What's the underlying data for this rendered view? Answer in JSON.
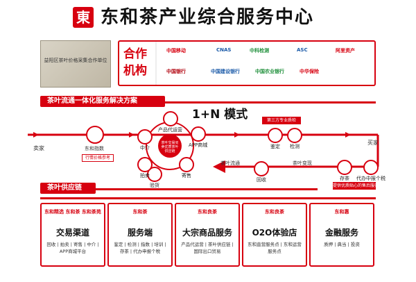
{
  "header": {
    "logo_char": "東",
    "title": "东和茶产业综合服务中心"
  },
  "plaque": {
    "text": "益阳区茶叶价格采集合作单位"
  },
  "partners": {
    "label_line1": "合作",
    "label_line2": "机构",
    "logos": [
      {
        "name": "中国移动",
        "color": "#d7000f"
      },
      {
        "name": "CNAS",
        "color": "#1a5aa8"
      },
      {
        "name": "中科检测",
        "color": "#1e8f3a"
      },
      {
        "name": "ASC",
        "color": "#1a5aa8"
      },
      {
        "name": "阿里资产",
        "color": "#d7000f"
      },
      {
        "name": "中国银行",
        "color": "#b0000c"
      },
      {
        "name": "中国建设银行",
        "color": "#1a5aa8"
      },
      {
        "name": "中国农业银行",
        "color": "#1e8f3a"
      },
      {
        "name": "中华保险",
        "color": "#d7000f"
      }
    ]
  },
  "section1": {
    "title": "茶叶流通一体化服务解决方案"
  },
  "section2": {
    "title": "茶叶供应链"
  },
  "flow": {
    "mode_title": "1+N 模式",
    "seller": "卖家",
    "buyer": "买家",
    "price_index": "东和指数",
    "price_tag": "行情价格参考",
    "center_label": "茶叶交易买卖优质茶叶供应链",
    "ring": [
      "产品代运营",
      "APP商城",
      "寄售",
      "验货",
      "拍卖",
      "中介"
    ],
    "third_party": "第三方专业质检",
    "appraisal": "鉴定",
    "inspection": "检测",
    "circulation": "茶叶流通",
    "recovery": "回收",
    "tea_change": "茶叶变现",
    "storage": "存茶",
    "agency": "代办中报个税",
    "after_sales_tag": "提供优质贴心的售后服务"
  },
  "cards": [
    {
      "brands": [
        "东和精选",
        "东和茶",
        "东和茶苑"
      ],
      "title": "交易渠道",
      "desc": "回收 | 拍卖 | 寄售 | 中介 | APP商城平台"
    },
    {
      "brands": [
        "东和茶"
      ],
      "title": "服务端",
      "desc": "鉴定 | 检测 | 指数 | 培训 | 存茶 | 代办申报个税"
    },
    {
      "brands": [
        "东和良茶"
      ],
      "title": "大宗商品服务",
      "desc": "产品代运营 | 茶叶供应链 | 国际出口贸易"
    },
    {
      "brands": [
        "东和良茶"
      ],
      "title": "O2O体验店",
      "desc": "东和直营服务点 | 东和运营服务点"
    },
    {
      "brands": [
        "东和惠"
      ],
      "title": "金融服务",
      "desc": "质押 | 典当 | 投资"
    }
  ]
}
